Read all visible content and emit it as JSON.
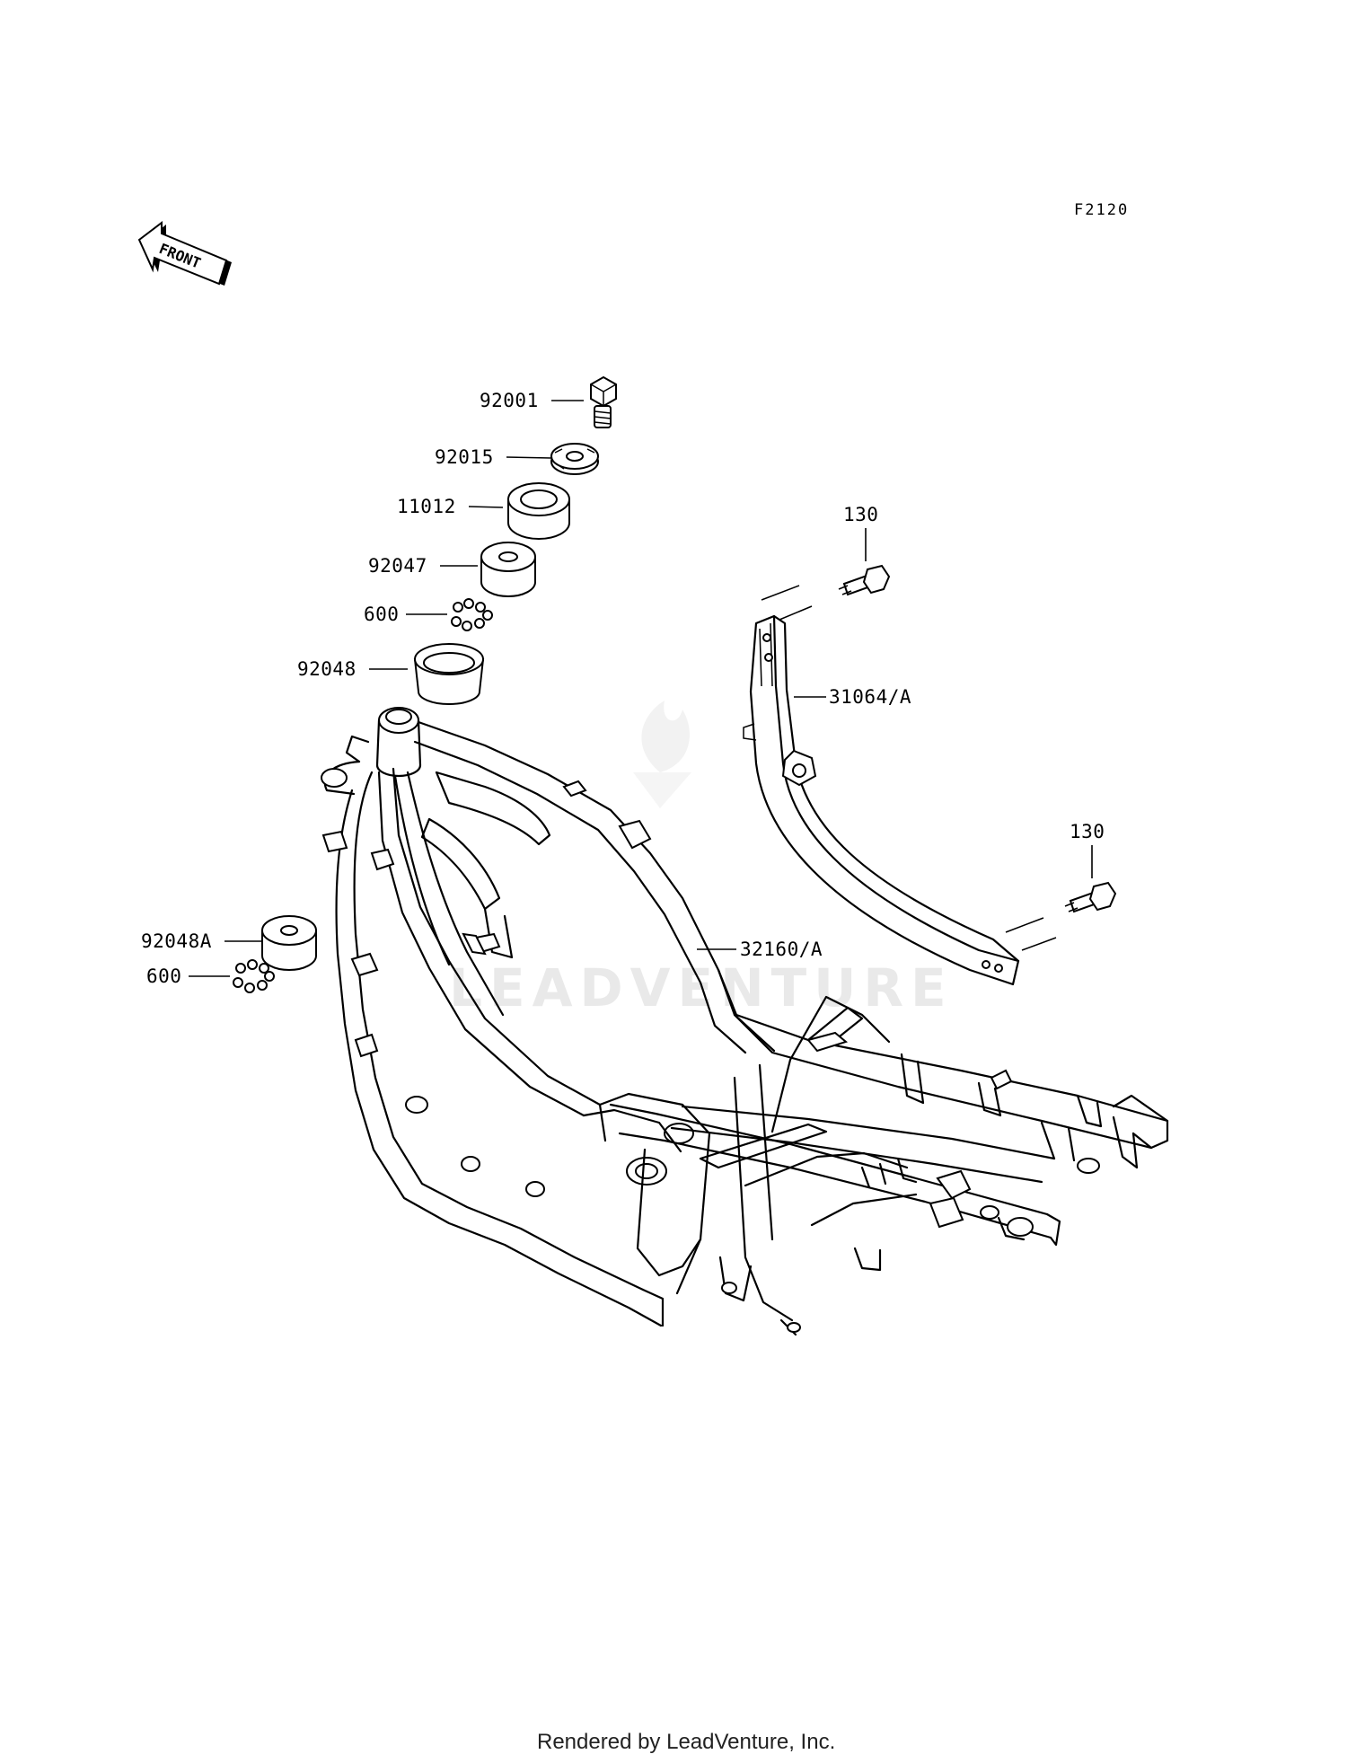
{
  "diagram": {
    "code": "F2120",
    "front_label": "FRONT",
    "watermark": "LEADVENTURE",
    "footer": "Rendered by LeadVenture, Inc.",
    "callouts": [
      {
        "id": "92001",
        "label": "92001"
      },
      {
        "id": "92015",
        "label": "92015"
      },
      {
        "id": "11012",
        "label": "11012"
      },
      {
        "id": "92047",
        "label": "92047"
      },
      {
        "id": "600a",
        "label": "600"
      },
      {
        "id": "92048",
        "label": "92048"
      },
      {
        "id": "92048A",
        "label": "92048A"
      },
      {
        "id": "600b",
        "label": "600"
      },
      {
        "id": "130a",
        "label": "130"
      },
      {
        "id": "31064A",
        "label": "31064/A"
      },
      {
        "id": "130b",
        "label": "130"
      },
      {
        "id": "32160A",
        "label": "32160/A"
      }
    ]
  }
}
